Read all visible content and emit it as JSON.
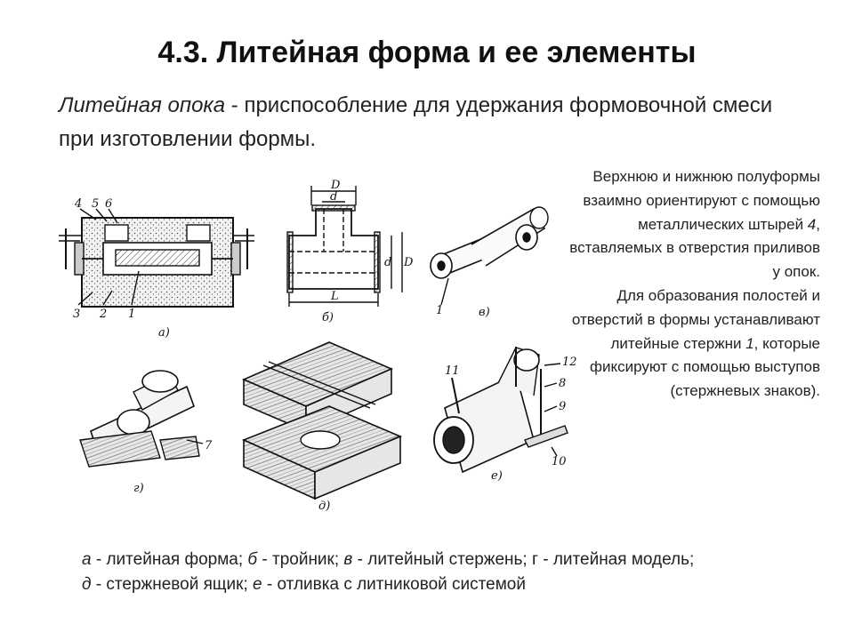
{
  "title": "4.3. Литейная форма и ее элементы",
  "definition": {
    "term": "Литейная опока",
    "dash": " - ",
    "text": "приспособление для удержания формовочной смеси при изготовлении формы."
  },
  "side_text": {
    "p1_before": "Верхнюю и нижнюю полуформы взаимно ориентируют с помощью металлических штырей ",
    "p1_num": "4",
    "p1_after": ", вставляемых в отверстия приливов у опок.",
    "p2_before": "Для образования полостей и отверстий в формы устанавливают литейные стержни ",
    "p2_num": "1",
    "p2_after": ", которые фиксируют с помощью выступов (стержневых знаков)."
  },
  "caption": {
    "line1": [
      {
        "letter": "а",
        "text": " - литейная форма; "
      },
      {
        "letter": "б",
        "text": " - тройник; "
      },
      {
        "letter": "в",
        "text": " - литейный стержень; "
      },
      {
        "letter": "г",
        "text": " - литейная модель;"
      }
    ],
    "line2": [
      {
        "letter": "д",
        "text": " - стержневой ящик; "
      },
      {
        "letter": "е",
        "text": " - отливка с литниковой системой"
      }
    ]
  },
  "figure": {
    "panel_labels": {
      "a": "а)",
      "b": "б)",
      "v": "в)",
      "g": "г)",
      "d": "д)",
      "e": "е)"
    },
    "labels_a": [
      "4",
      "5",
      "6",
      "3",
      "2",
      "1"
    ],
    "dims_b": [
      "D",
      "d",
      "d",
      "D",
      "L"
    ],
    "label_v": "1",
    "label_g": "7",
    "labels_e": [
      "11",
      "12",
      "8",
      "9",
      "10"
    ]
  }
}
